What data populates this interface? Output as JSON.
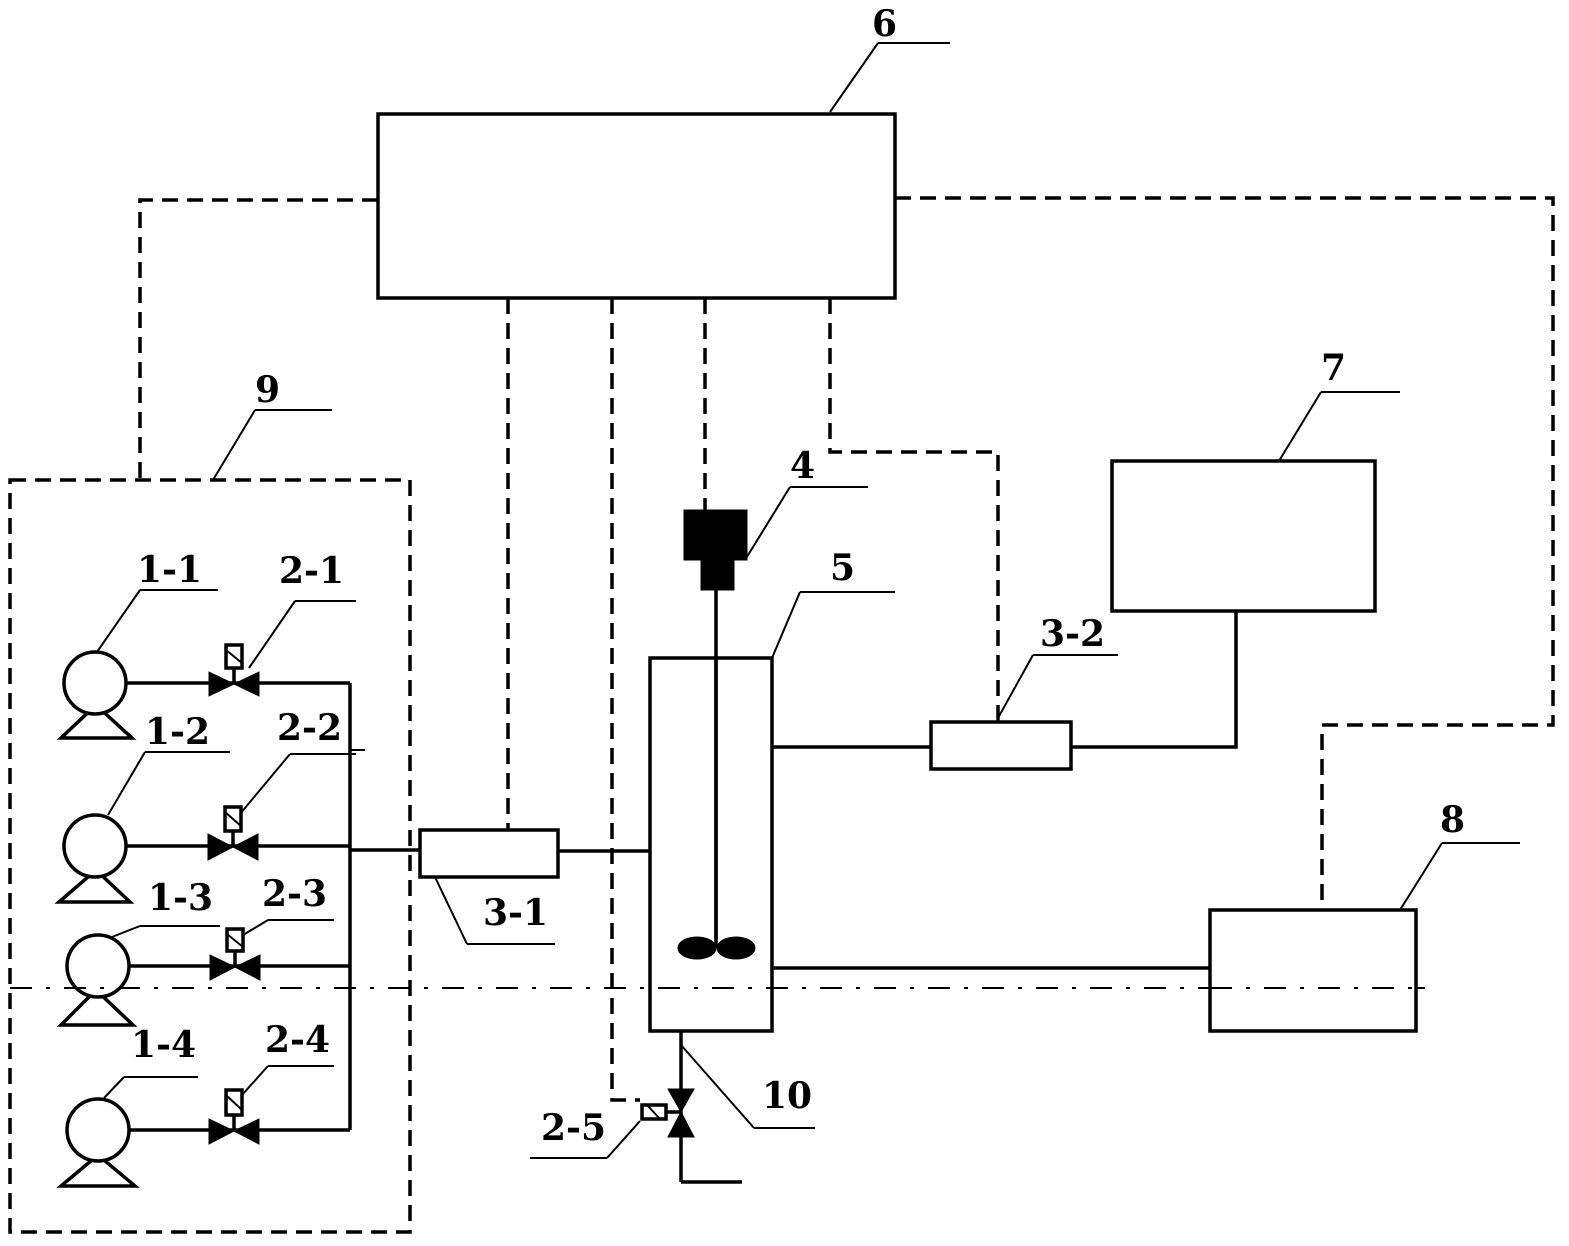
{
  "labels": {
    "controller": "6",
    "pump_group": "9",
    "motor": "4",
    "reactor": "5",
    "unit_7": "7",
    "unit_8": "8",
    "drain_pipe": "10",
    "pump_1": "1-1",
    "pump_2": "1-2",
    "pump_3": "1-3",
    "pump_4": "1-4",
    "valve_1": "2-1",
    "valve_2": "2-2",
    "valve_3": "2-3",
    "valve_4": "2-4",
    "valve_5": "2-5",
    "flowmeter_1": "3-1",
    "flowmeter_2": "3-2"
  },
  "icons": [
    "pump-icon",
    "solenoid-valve-icon",
    "stirrer-impeller-icon",
    "motor-icon"
  ]
}
